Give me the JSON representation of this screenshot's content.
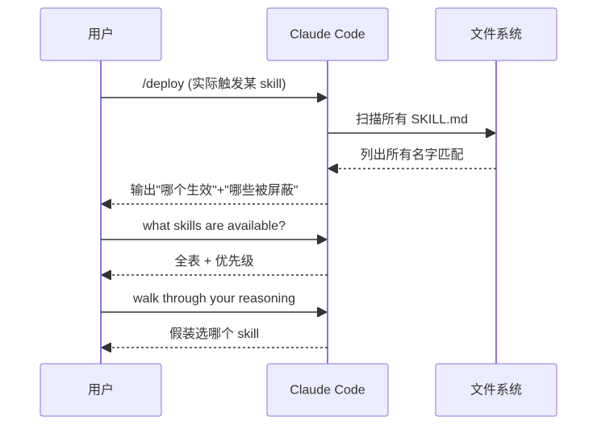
{
  "diagram": {
    "type": "sequence",
    "participants": [
      {
        "id": "user",
        "label": "用户"
      },
      {
        "id": "claude",
        "label": "Claude Code"
      },
      {
        "id": "fs",
        "label": "文件系统"
      }
    ],
    "messages": [
      {
        "from": "user",
        "to": "claude",
        "text": "/deploy (实际触发某 skill)",
        "style": "solid"
      },
      {
        "from": "claude",
        "to": "fs",
        "text": "扫描所有 SKILL.md",
        "style": "solid"
      },
      {
        "from": "fs",
        "to": "claude",
        "text": "列出所有名字匹配",
        "style": "dashed"
      },
      {
        "from": "claude",
        "to": "user",
        "text": "输出\"哪个生效\"+\"哪些被屏蔽\"",
        "style": "dashed"
      },
      {
        "from": "user",
        "to": "claude",
        "text": "what skills are available?",
        "style": "solid"
      },
      {
        "from": "claude",
        "to": "user",
        "text": "全表 + 优先级",
        "style": "dashed"
      },
      {
        "from": "user",
        "to": "claude",
        "text": "walk through your reasoning",
        "style": "solid"
      },
      {
        "from": "claude",
        "to": "user",
        "text": "假装选哪个 skill",
        "style": "dashed"
      }
    ]
  },
  "colors": {
    "actor_fill": "#ECECFF",
    "actor_stroke": "#9370DB",
    "lifeline": "#9370DB",
    "line": "#333333",
    "text": "#333333"
  }
}
